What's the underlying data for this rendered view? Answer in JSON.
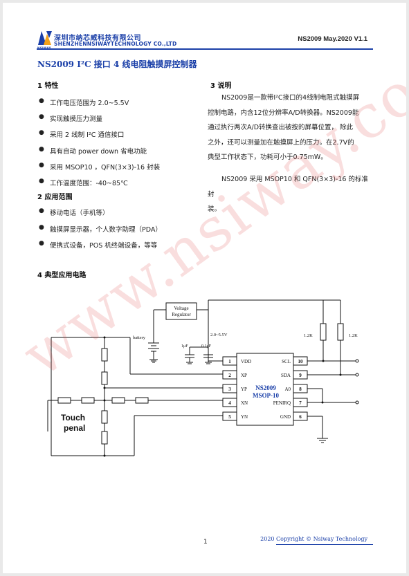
{
  "header": {
    "company_cn": "深圳市纳芯威科技有限公司",
    "company_en": "SHENZHENNSIWAYTECHNOLOGY CO.,LTD",
    "logo_text": "NSIWAY",
    "doc_version": "NS2009 May.2020 V1.1"
  },
  "title": "NS2009    I²C 接口  4 线电阻触摸屏控制器",
  "section1": {
    "heading": "1  特性",
    "items": [
      "工作电压范围为 2.0~5.5V",
      "实现触摸压力测量",
      "采用 2 线制 I²C 通信接口",
      "具有自动 power down 省电功能",
      "采用 MSOP10  ，QFN(3×3)-16 封装",
      "工作温度范围：-40~85℃"
    ]
  },
  "section2": {
    "heading": "2  应用范围",
    "items": [
      "移动电话（手机等）",
      "触摸屏显示器，个人数字助理（PDA）",
      "便携式设备，POS 机终端设备，等等"
    ]
  },
  "section3": {
    "heading": "3  说明",
    "lines1": [
      "NS2009是一款带I²C接口的4线制电阻式触摸屏",
      "控制电路，内含12位分辨率A/D转换器。NS2009能",
      "通过执行两次A/D转换查出被按的屏幕位置， 除此",
      "之外，还可以测量加在触摸屏上的压力。在2.7V的",
      "典型工作状态下，功耗可小于0.75mW。"
    ],
    "lines2": [
      "NS2009 采用 MSOP10 和 QFN(3×3)-16 的标准封",
      "装。"
    ]
  },
  "section4": {
    "heading": "4  典型应用电路"
  },
  "circuit": {
    "regulator": [
      "Voltage",
      "Regulator"
    ],
    "battery": "battery",
    "cap1": "1μF",
    "cap2": "0.1μF",
    "vrange": "2.0~5.5V",
    "r1": "1.2K",
    "r2": "1.2K",
    "chip_name": "NS2009",
    "chip_pkg": "MSOP-10",
    "left_pins": [
      {
        "num": "1",
        "name": "VDD"
      },
      {
        "num": "2",
        "name": "XP"
      },
      {
        "num": "3",
        "name": "YP"
      },
      {
        "num": "4",
        "name": "XN"
      },
      {
        "num": "5",
        "name": "YN"
      }
    ],
    "right_pins": [
      {
        "num": "10",
        "name": "SCL"
      },
      {
        "num": "9",
        "name": "SDA"
      },
      {
        "num": "8",
        "name": "A0"
      },
      {
        "num": "7",
        "name": "PENIRQ"
      },
      {
        "num": "6",
        "name": "GND"
      }
    ],
    "touch_label": [
      "Touch",
      "penal"
    ]
  },
  "footer": {
    "page_number": "1",
    "copyright": "2020 Copyright © Nsiway Technology"
  },
  "watermark": "www.nsiway.com.cn",
  "colors": {
    "brand_blue": "#1a3fa8",
    "watermark_red": "#dc4646"
  }
}
